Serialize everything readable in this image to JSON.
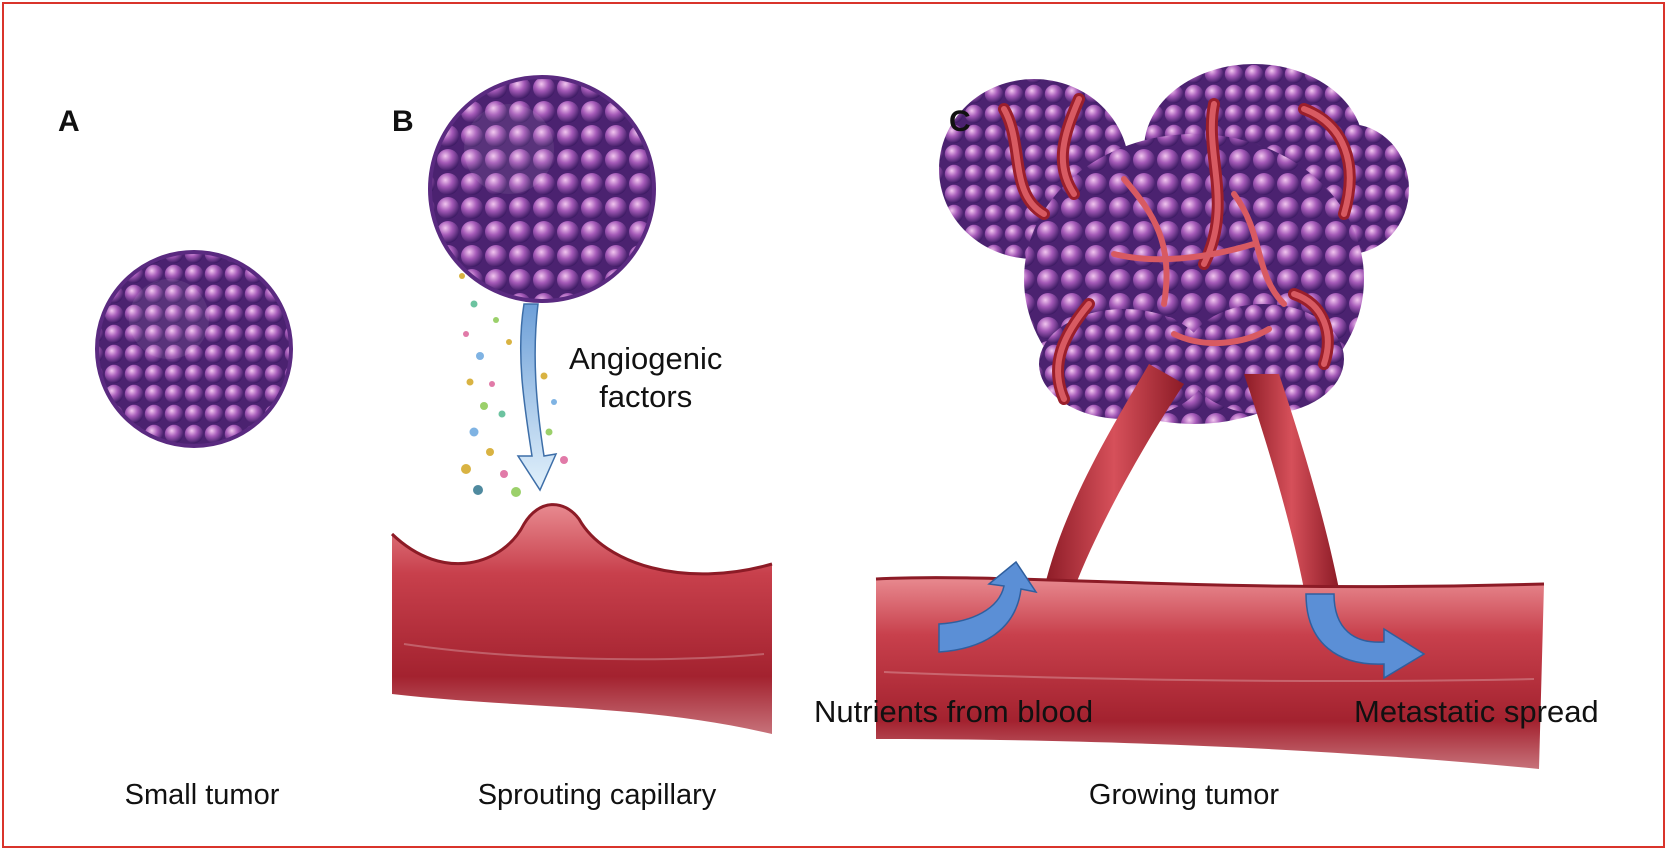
{
  "panels": {
    "a": {
      "letter": "A",
      "caption": "Small tumor"
    },
    "b": {
      "letter": "B",
      "caption": "Sprouting capillary",
      "annotation": [
        "Angiogenic",
        "factors"
      ]
    },
    "c": {
      "letter": "C",
      "caption": "Growing tumor",
      "annotation_left": "Nutrients from blood",
      "annotation_right": "Metastatic spread"
    }
  },
  "colors": {
    "frame": "#d9342b",
    "tumor": "#8a3fa0",
    "vessel": "#b02a35",
    "arrow": "#5b8fd6"
  }
}
